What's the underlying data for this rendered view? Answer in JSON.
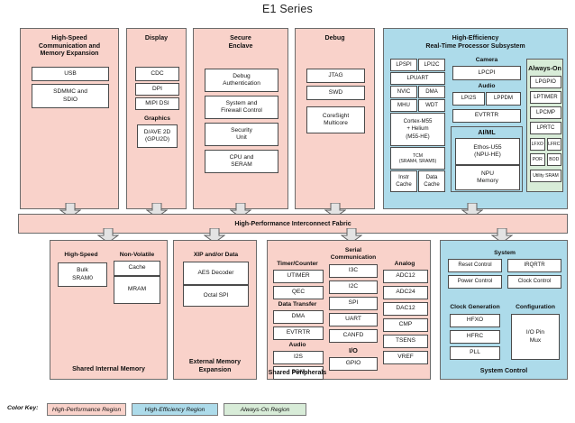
{
  "title": "E1 Series",
  "colors": {
    "high_performance_region": "#f9d2ca",
    "high_efficiency_region": "#addbea",
    "always_on_region": "#d8ecd8",
    "box_fill": "#ffffff",
    "border": "#6b6b6b",
    "arrow_fill": "#e3e3e3"
  },
  "interconnect": {
    "label": "High-Performance Interconnect Fabric"
  },
  "top_panels": [
    {
      "name": "high-speed-communication",
      "header": "High-Speed\nCommunication and\nMemory Expansion",
      "header_lines": [
        "High-Speed",
        "Communication and",
        "Memory Expansion"
      ],
      "region": "high-performance",
      "boxes": [
        "USB",
        "SDMMC and\nSDIO"
      ]
    },
    {
      "name": "display",
      "header_lines": [
        "Display"
      ],
      "region": "high-performance",
      "boxes": [
        "CDC",
        "DPI",
        "MIPI DSI"
      ],
      "group": {
        "caption": "Graphics",
        "boxes": [
          "D/AVE 2D\n(GPU2D)"
        ]
      }
    },
    {
      "name": "secure-enclave",
      "header_lines": [
        "Secure",
        "Enclave"
      ],
      "region": "high-performance",
      "boxes": [
        "Debug\nAuthentication",
        "System and\nFirewall Control",
        "Security\nUnit",
        "CPU and\nSERAM"
      ]
    },
    {
      "name": "debug",
      "header_lines": [
        "Debug"
      ],
      "region": "high-performance",
      "boxes": [
        "JTAG",
        "SWD",
        "CoreSight\nMulticore"
      ]
    }
  ],
  "rtss": {
    "header_lines": [
      "High-Efficiency",
      "Real-Time Processor Subsystem"
    ],
    "region": "high-efficiency",
    "core_column": [
      "LPSPI",
      "LPI2C",
      "LPUART",
      "NVIC",
      "DMA",
      "MHU",
      "WDT",
      "Cortex-M55\n+ Helium\n(M55-HE)",
      "TCM\n(SRAM4, SRAM5)",
      "Instr\nCache",
      "Data\nCache"
    ],
    "core_rows": [
      {
        "type": "pair",
        "boxes": [
          "LPSPI",
          "LPI2C"
        ]
      },
      {
        "type": "full",
        "boxes": [
          "LPUART"
        ]
      },
      {
        "type": "pair",
        "boxes": [
          "NVIC",
          "DMA"
        ]
      },
      {
        "type": "pair",
        "boxes": [
          "MHU",
          "WDT"
        ]
      },
      {
        "type": "full",
        "boxes": [
          "Cortex-M55\n+ Helium\n(M55-HE)"
        ]
      },
      {
        "type": "full",
        "boxes": [
          "TCM\n(SRAM4, SRAM5)"
        ]
      },
      {
        "type": "pair",
        "boxes": [
          "Instr\nCache",
          "Data\nCache"
        ]
      }
    ],
    "camera": {
      "caption": "Camera",
      "boxes": [
        "LPCPI"
      ]
    },
    "audio": {
      "caption": "Audio",
      "boxes": [
        "LPI2S",
        "LPPDM"
      ]
    },
    "evtrtr": "EVTRTR",
    "aiml": {
      "caption": "AI/ML",
      "boxes": [
        "Ethos-U55\n(NPU-HE)",
        "NPU\nMemory"
      ]
    },
    "always_on": {
      "caption": "Always-On",
      "region": "always-on",
      "rows": [
        {
          "type": "full",
          "boxes": [
            "LPGPIO"
          ]
        },
        {
          "type": "full",
          "boxes": [
            "LPTIMER"
          ]
        },
        {
          "type": "full",
          "boxes": [
            "LPCMP"
          ]
        },
        {
          "type": "full",
          "boxes": [
            "LPRTC"
          ]
        },
        {
          "type": "pair",
          "boxes": [
            "LFXO",
            "LFRC"
          ]
        },
        {
          "type": "pair",
          "boxes": [
            "POR",
            "BOD"
          ]
        },
        {
          "type": "full",
          "boxes": [
            "Utility SRAM"
          ]
        }
      ]
    }
  },
  "bottom_panels": [
    {
      "name": "shared-internal-memory",
      "region": "high-performance",
      "footer": "Shared Internal Memory",
      "groups": [
        {
          "caption": "High-Speed",
          "boxes": [
            "Bulk\nSRAM0"
          ]
        },
        {
          "caption": "Non-Volatile",
          "boxes": [
            "Cache",
            "MRAM"
          ]
        }
      ]
    },
    {
      "name": "external-memory-expansion",
      "region": "high-performance",
      "footer_lines": [
        "External Memory",
        "Expansion"
      ],
      "groups": [
        {
          "caption": "XIP and/or Data",
          "boxes": [
            "AES Decoder",
            "Octal SPI"
          ]
        }
      ]
    },
    {
      "name": "shared-peripherals",
      "region": "high-performance",
      "footer": "Shared Peripherals",
      "columns": [
        {
          "captions": [
            "Timer/Counter",
            "Data Transfer",
            "Audio"
          ],
          "groups": [
            {
              "caption": "Timer/Counter",
              "boxes": [
                "UTIMER",
                "QEC"
              ]
            },
            {
              "caption": "Data Transfer",
              "boxes": [
                "DMA",
                "EVTRTR"
              ]
            },
            {
              "caption": "Audio",
              "boxes": [
                "I2S",
                "PDM"
              ]
            }
          ]
        },
        {
          "groups": [
            {
              "caption": "Serial\nCommunication",
              "boxes": [
                "I3C",
                "I2C",
                "SPI",
                "UART",
                "CANFD"
              ]
            },
            {
              "caption": "I/O",
              "boxes": [
                "GPIO"
              ]
            }
          ]
        },
        {
          "groups": [
            {
              "caption": "Analog",
              "boxes": [
                "ADC12",
                "ADC24",
                "DAC12",
                "CMP",
                "TSENS",
                "VREF"
              ]
            }
          ]
        }
      ]
    },
    {
      "name": "system-control",
      "region": "high-efficiency",
      "footer": "System Control",
      "groups": [
        {
          "caption": "System",
          "boxes": [
            "Reset Control",
            "IRQRTR",
            "Power Control",
            "Clock Control"
          ]
        },
        {
          "caption": "Clock Generation",
          "boxes": [
            "HFXO",
            "HFRC",
            "PLL"
          ]
        },
        {
          "caption": "Configuration",
          "boxes": [
            "I/O Pin\nMux"
          ]
        }
      ]
    }
  ],
  "color_key": {
    "label": "Color Key:",
    "items": [
      {
        "text": "High-Performance Region",
        "color": "#f9d2ca"
      },
      {
        "text": "High-Efficiency Region",
        "color": "#addbea"
      },
      {
        "text": "Always-On Region",
        "color": "#d8ecd8"
      }
    ]
  }
}
